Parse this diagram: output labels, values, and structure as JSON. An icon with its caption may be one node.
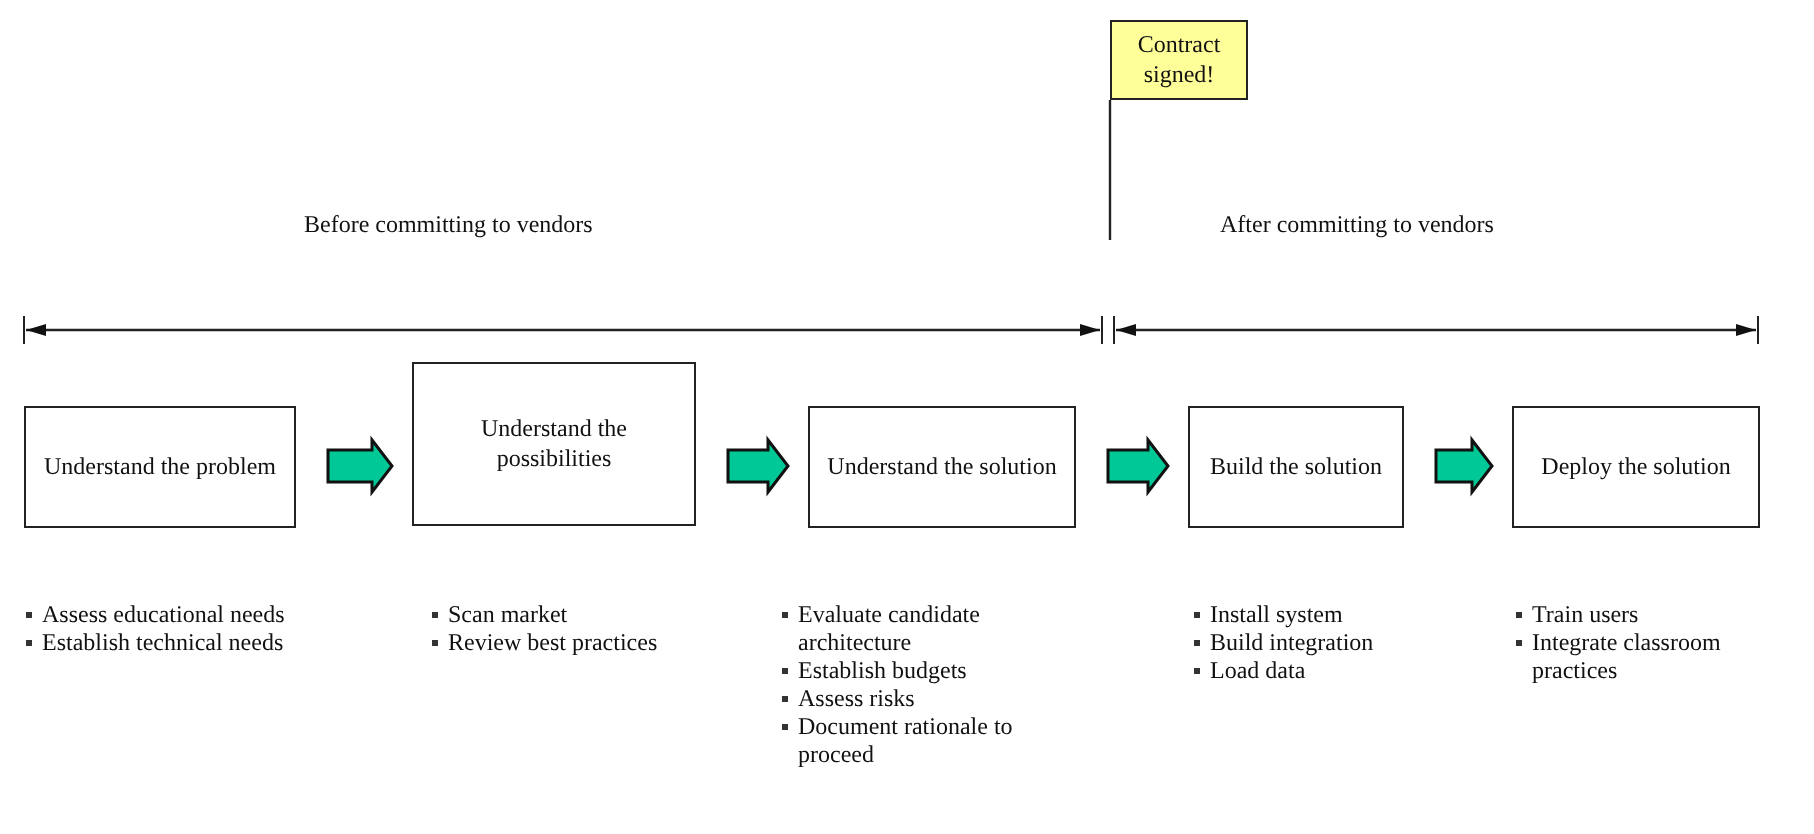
{
  "diagram": {
    "nodes": [
      {
        "text": [
          "Contract signed!"
        ]
      },
      {
        "text": [
          "Understand the problem"
        ],
        "beside": [
          "Assess educational needs",
          "Establish technical needs"
        ]
      },
      {
        "text": [
          "Understand the possibilities"
        ],
        "beside": [
          "Scan market",
          "Review best practices"
        ]
      },
      {
        "text": [
          "Understand the solution"
        ],
        "beside": [
          "Evaluate candidate architecture",
          "Establish budgets",
          "Assess risks",
          "Document rationale to proceed"
        ]
      },
      {
        "text": [
          "Build the solution"
        ],
        "beside": [
          "Install system",
          "Build integration",
          "Load data"
        ]
      },
      {
        "text": [
          "Deploy the solution"
        ],
        "beside": [
          "Train users",
          "Integrate classroom practices"
        ]
      }
    ],
    "edges": [
      {
        "from": 1,
        "to": 2,
        "arrow": "to"
      },
      {
        "from": 2,
        "to": 3,
        "arrow": "to"
      },
      {
        "from": 3,
        "to": 4,
        "arrow": "to"
      },
      {
        "from": 4,
        "to": 5,
        "arrow": "to"
      }
    ],
    "labels": [
      "Before committing to vendors",
      "After committing to vendors"
    ]
  }
}
